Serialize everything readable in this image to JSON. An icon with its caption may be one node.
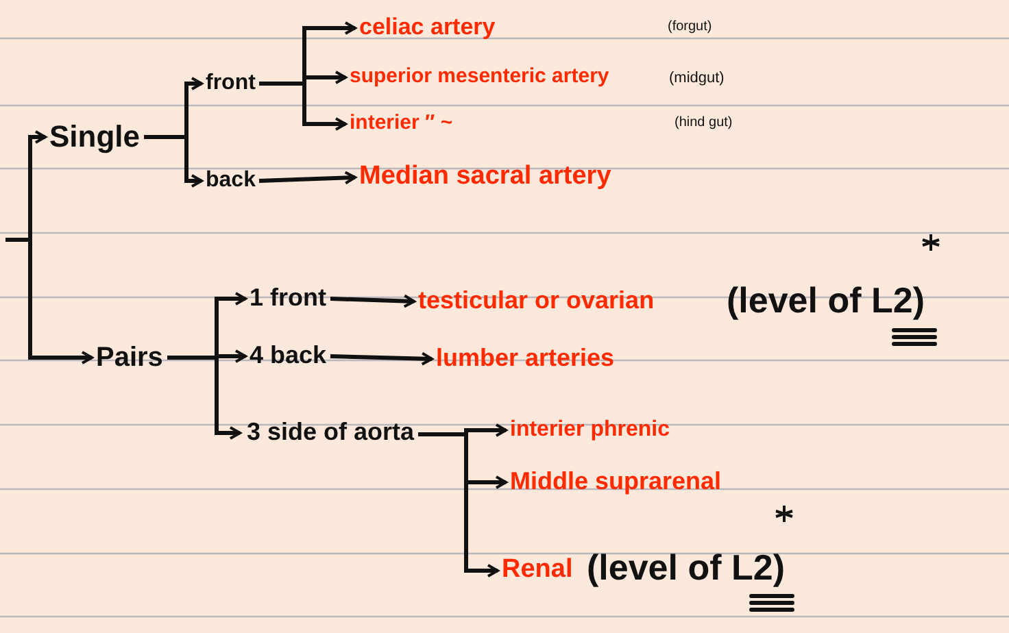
{
  "diagram": {
    "nodes": [
      {
        "text": [
          "Single"
        ]
      },
      {
        "text": [
          "front"
        ]
      },
      {
        "text": [
          "back"
        ]
      },
      {
        "text": [
          "celiac artery"
        ]
      },
      {
        "text": [
          "superior mesenteric artery"
        ]
      },
      {
        "text": [
          "interier ″ ~"
        ]
      },
      {
        "text": [
          "Median sacral artery"
        ]
      },
      {
        "text": [
          "Pairs"
        ]
      },
      {
        "text": [
          "1 front"
        ]
      },
      {
        "text": [
          "4 back"
        ]
      },
      {
        "text": [
          "3 side of aorta"
        ]
      },
      {
        "text": [
          "testicular or ovarian"
        ],
        "beside": [
          "(level of L2)"
        ]
      },
      {
        "text": [
          "lumber arteries"
        ]
      },
      {
        "text": [
          "interier phrenic"
        ]
      },
      {
        "text": [
          "Middle suprarenal"
        ]
      },
      {
        "text": [
          "Renal"
        ],
        "beside": [
          "(level of L2)"
        ]
      }
    ],
    "edges": [
      {
        "from": null,
        "to": 0,
        "arrow": "to"
      },
      {
        "from": null,
        "to": 7,
        "arrow": "to"
      },
      {
        "from": 0,
        "to": 1,
        "arrow": "to"
      },
      {
        "from": 0,
        "to": 2,
        "arrow": "to"
      },
      {
        "from": 1,
        "to": 3,
        "arrow": "to"
      },
      {
        "from": 1,
        "to": 4,
        "arrow": "to"
      },
      {
        "from": 1,
        "to": 5,
        "arrow": "to"
      },
      {
        "from": 2,
        "to": 6,
        "arrow": "to"
      },
      {
        "from": 7,
        "to": 8,
        "arrow": "to"
      },
      {
        "from": 7,
        "to": 9,
        "arrow": "to"
      },
      {
        "from": 7,
        "to": 10,
        "arrow": "to"
      },
      {
        "from": 8,
        "to": 11,
        "arrow": "to"
      },
      {
        "from": 9,
        "to": 12,
        "arrow": "to"
      },
      {
        "from": 10,
        "to": 13,
        "arrow": "to"
      },
      {
        "from": 10,
        "to": 14,
        "arrow": "to"
      },
      {
        "from": 10,
        "to": 15,
        "arrow": "to"
      }
    ],
    "labels": [
      "(forgut)",
      "(midgut)",
      "(hind gut)"
    ]
  }
}
